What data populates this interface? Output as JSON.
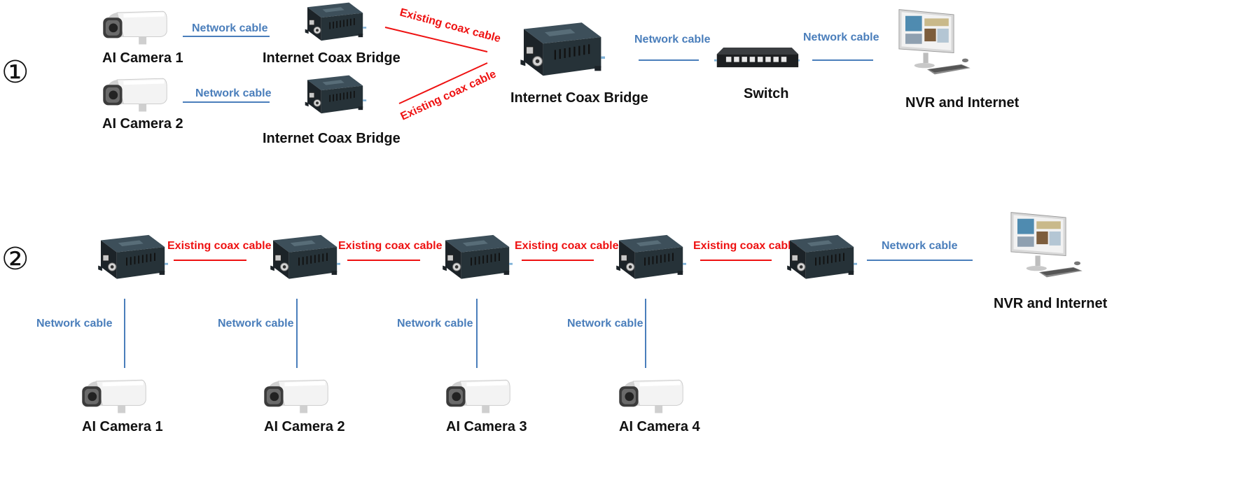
{
  "colors": {
    "network_cable": "#4a7ebb",
    "coax_cable": "#ee1111",
    "text": "#111111"
  },
  "sections": [
    {
      "number": "①",
      "devices": {
        "camera_1": "AI Camera 1",
        "camera_2": "AI Camera 2",
        "bridge_1": "Internet Coax Bridge",
        "bridge_2": "Internet Coax Bridge",
        "bridge_main": "Internet Coax Bridge",
        "switch": "Switch",
        "nvr": "NVR and Internet"
      },
      "cables": {
        "cam1_bridge": "Network cable",
        "cam2_bridge": "Network cable",
        "bridge1_main": "Existing coax cable",
        "bridge2_main": "Existing coax cable",
        "main_switch": "Network cable",
        "switch_nvr": "Network cable"
      }
    },
    {
      "number": "②",
      "devices": {
        "camera_1": "AI Camera 1",
        "camera_2": "AI Camera 2",
        "camera_3": "AI Camera 3",
        "camera_4": "AI Camera 4",
        "nvr": "NVR and Internet"
      },
      "cables": {
        "coax_1": "Existing coax cable",
        "coax_2": "Existing coax cable",
        "coax_3": "Existing coax cable",
        "coax_4": "Existing coax cable",
        "bridge_nvr": "Network cable",
        "cam1": "Network cable",
        "cam2": "Network cable",
        "cam3": "Network cable",
        "cam4": "Network cable"
      }
    }
  ]
}
